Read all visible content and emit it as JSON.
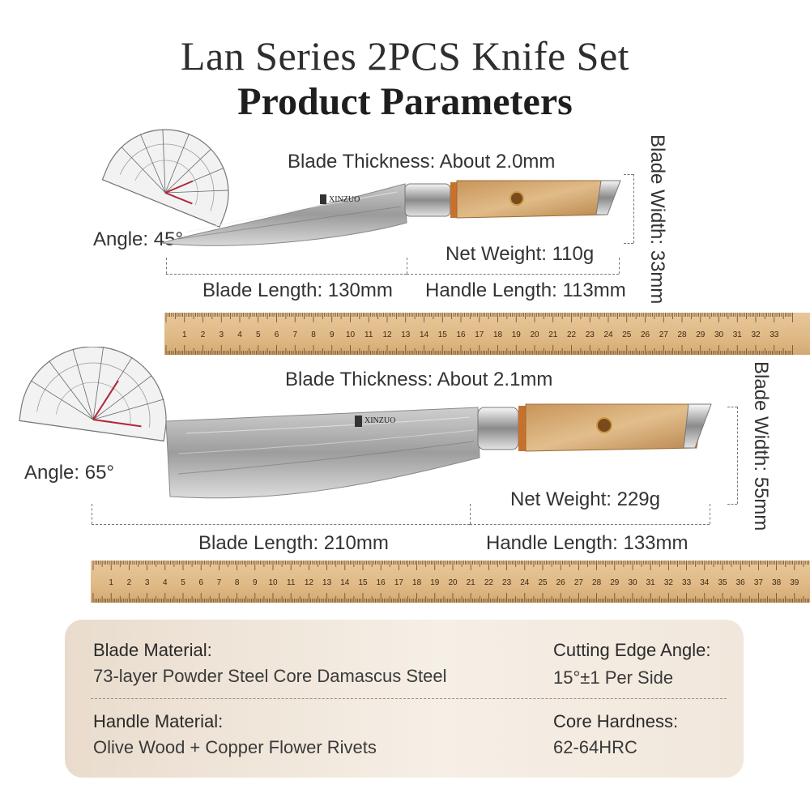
{
  "title": "Lan Series 2PCS Knife Set",
  "subtitle": "Product Parameters",
  "knife1": {
    "blade_thickness": "Blade Thickness:  About  2.0mm",
    "angle": "Angle:  45°",
    "net_weight": "Net Weight:  110g",
    "blade_length": "Blade Length: 130mm",
    "handle_length": "Handle Length: 113mm",
    "blade_width": "Blade Width: 33mm",
    "brand": "XINZUO"
  },
  "knife2": {
    "blade_thickness": "Blade Thickness:  About  2.1mm",
    "angle": "Angle:  65°",
    "net_weight": "Net Weight:  229g",
    "blade_length": "Blade Length: 210mm",
    "handle_length": "Handle Length: 133mm",
    "blade_width": "Blade Width: 55mm",
    "brand": "XINZUO"
  },
  "ruler1_numbers": [
    "1",
    "2",
    "3",
    "4",
    "5",
    "6",
    "7",
    "8",
    "9",
    "10",
    "11",
    "12",
    "13",
    "14",
    "15",
    "16",
    "17",
    "18",
    "19",
    "20",
    "21",
    "22",
    "23",
    "24",
    "25",
    "26",
    "27",
    "28",
    "29",
    "30",
    "31",
    "32",
    "33"
  ],
  "ruler2_numbers": [
    "1",
    "2",
    "3",
    "4",
    "5",
    "6",
    "7",
    "8",
    "9",
    "10",
    "11",
    "12",
    "13",
    "14",
    "15",
    "16",
    "17",
    "18",
    "19",
    "20",
    "21",
    "22",
    "23",
    "24",
    "25",
    "26",
    "27",
    "28",
    "29",
    "30",
    "31",
    "32",
    "33",
    "34",
    "35",
    "36",
    "37",
    "38",
    "39"
  ],
  "specs": {
    "blade_material_label": "Blade Material:",
    "blade_material_value": "73-layer Powder Steel Core Damascus Steel",
    "cutting_angle_label": "Cutting Edge Angle:",
    "cutting_angle_value": "15°±1 Per Side",
    "handle_material_label": "Handle Material:",
    "handle_material_value": "Olive Wood + Copper Flower Rivets",
    "core_hardness_label": "Core Hardness:",
    "core_hardness_value": "62-64HRC"
  }
}
